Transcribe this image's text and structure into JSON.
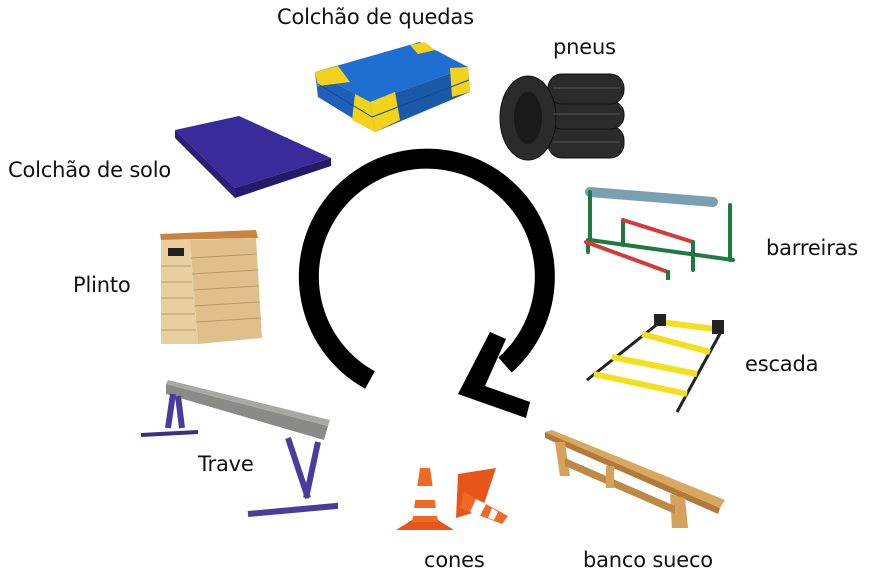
{
  "diagram": {
    "type": "circuit",
    "center_icon": "clockwise-cycle-arrow-icon",
    "arrow_color": "#000000",
    "stations": [
      {
        "label": "Colchão de quedas",
        "icon": "crash-mat-icon"
      },
      {
        "label": "pneus",
        "icon": "tires-icon"
      },
      {
        "label": "barreiras",
        "icon": "hurdles-icon"
      },
      {
        "label": "escada",
        "icon": "agility-ladder-icon"
      },
      {
        "label": "banco sueco",
        "icon": "swedish-bench-icon"
      },
      {
        "label": "cones",
        "icon": "cones-icon"
      },
      {
        "label": "Trave",
        "icon": "balance-beam-icon"
      },
      {
        "label": "Plinto",
        "icon": "vaulting-box-icon"
      },
      {
        "label": "Colchão de solo",
        "icon": "floor-mat-icon"
      }
    ]
  }
}
